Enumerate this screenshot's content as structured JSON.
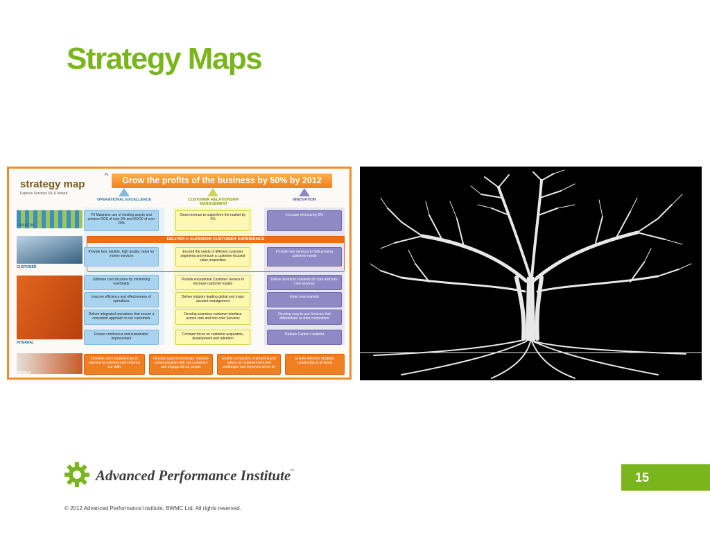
{
  "slide": {
    "title": "Strategy Maps",
    "page_number": "15",
    "copyright": "© 2012 Advanced Performance Institute, BWMC Ltd.  All rights reserved."
  },
  "brand": {
    "name": "Advanced Performance Institute",
    "tm": "™",
    "color": "#7ab51d"
  },
  "strategy_map": {
    "title": "strategy map",
    "subtitle": "Express Services UK & Ireland",
    "goal_num": "F1",
    "goal": "Grow the profits of the business by 50% by 2012",
    "columns": [
      "OPERATIONAL EXCELLENCE",
      "CUSTOMER RELATIONSHIP MANAGEMENT",
      "INNOVATION"
    ],
    "banner": "DELIVER A SUPERIOR CUSTOMER EXPERIENCE",
    "perspectives": [
      "FINANCIAL",
      "CUSTOMER",
      "INTERNAL",
      "PEOPLE"
    ],
    "financial": [
      "F2 Maximise use of existing assets and achieve ROS of over 9% and ROCE of over 20%",
      "Grow revenue to outperform the market by 2%",
      "Increase revenue by 2%"
    ],
    "customer": [
      "Provide fast, reliable, high quality, value for money services",
      "Exceed the needs of different customer segments and ensure a customer focused value proposition",
      "Provide new services to fulfil growing customer needs"
    ],
    "internal_ops": [
      "Optimise cost structure by minimising overheads",
      "Improve efficiency and effectiveness of operations",
      "Deliver integrated operations that ensure a consistent approach to our customers",
      "Ensure continuous and sustainable improvement"
    ],
    "internal_crm": [
      "Provide exceptional Customer Service to increase customer loyalty",
      "Deliver industry leading global and major account management",
      "Develop seamless customer interface across core and non-core Services",
      "Constant focus on customer acquisition, development and retention"
    ],
    "internal_inno": [
      "Deliver premium solutions for core and non-core services",
      "Enter new markets",
      "Develop easy to use Services that differentiate us from competitors",
      "Reduce Carbon Footprint"
    ],
    "people": [
      "Develop core competencies to improve recruitment and enhance our skills",
      "Develop expert knowledge, improve communication with our customers and engage all our people",
      "Enable a proactive, entrepreneurial culture by empowerment that challenges and improves all we do",
      "Enable effective Strategic Leadership at all levels"
    ]
  }
}
